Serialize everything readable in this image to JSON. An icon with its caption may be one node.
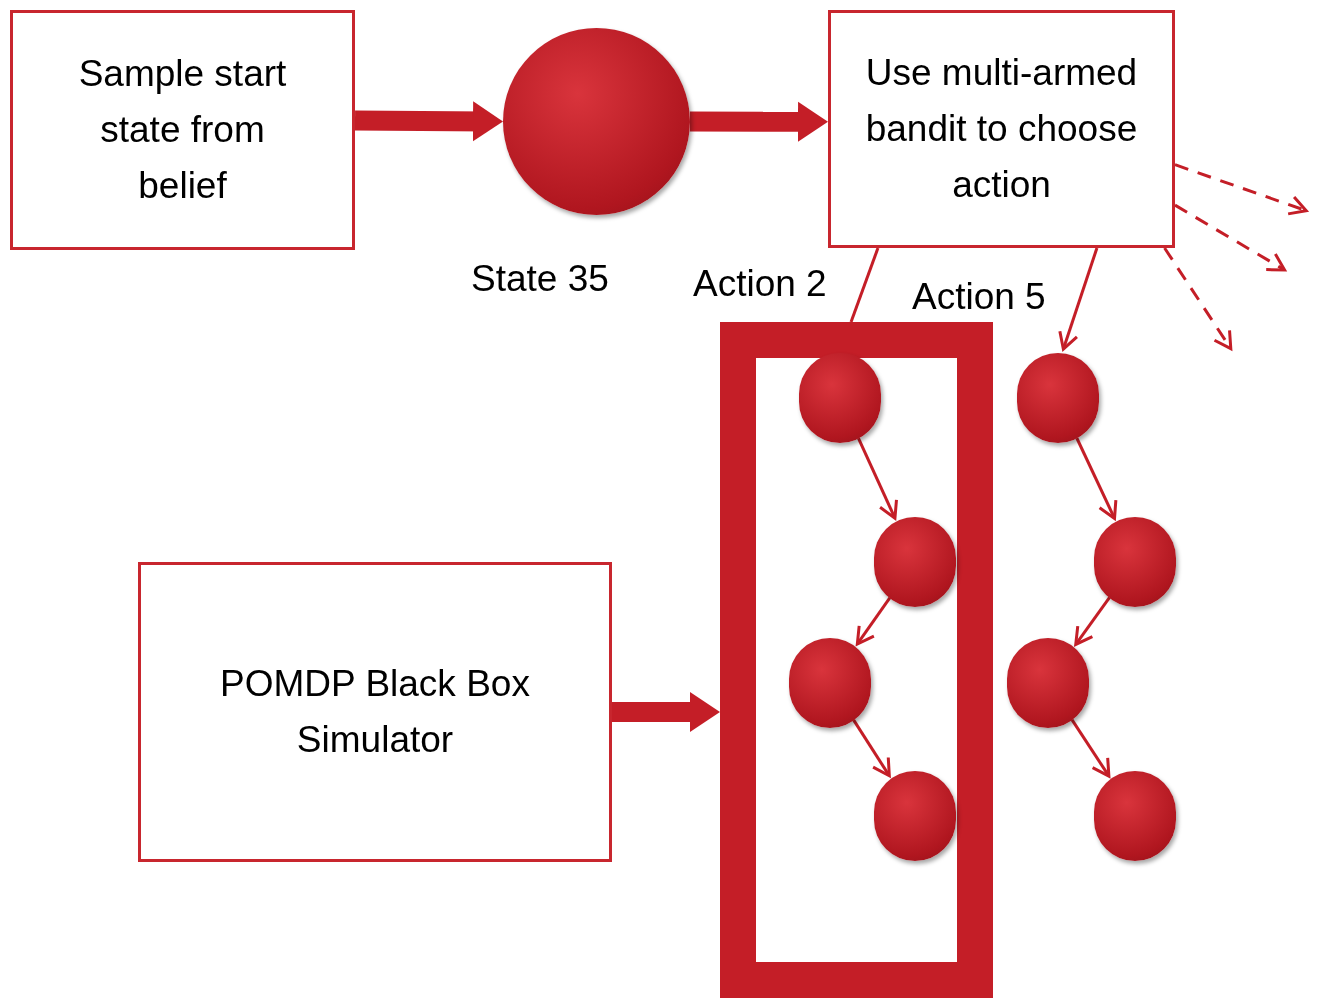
{
  "diagram": {
    "nodes": [
      {
        "text": [
          "Sample start state from belief"
        ]
      },
      {
        "text": [],
        "shape": "circle",
        "beside": [
          "State 35"
        ]
      },
      {
        "text": [
          "Use multi-armed bandit to choose action"
        ]
      },
      {
        "text": [
          "POMDP Black Box Simulator"
        ]
      },
      {
        "text": [],
        "shape": "box"
      },
      {
        "text": [],
        "shape": "circle",
        "in": 4
      },
      {
        "text": [],
        "shape": "circle",
        "in": 4
      },
      {
        "text": [],
        "shape": "circle",
        "in": 4
      },
      {
        "text": [],
        "shape": "circle",
        "in": 4
      },
      {
        "text": [],
        "shape": "circle"
      },
      {
        "text": [],
        "shape": "circle"
      },
      {
        "text": [],
        "shape": "circle"
      },
      {
        "text": [],
        "shape": "circle"
      }
    ],
    "edges": [
      {
        "from": 0,
        "to": 1,
        "arrow": "to",
        "style": "thick"
      },
      {
        "from": 1,
        "to": 2,
        "arrow": "to",
        "style": "thick"
      },
      {
        "from": 2,
        "to": 4,
        "arrow": "none",
        "label": "Action 2"
      },
      {
        "from": 2,
        "to": 9,
        "arrow": "to",
        "label": "Action 5"
      },
      {
        "from": 2,
        "to": null,
        "arrow": "to",
        "style": "dashed"
      },
      {
        "from": 2,
        "to": null,
        "arrow": "to",
        "style": "dashed"
      },
      {
        "from": 2,
        "to": null,
        "arrow": "to",
        "style": "dashed"
      },
      {
        "from": 5,
        "to": 6,
        "arrow": "to"
      },
      {
        "from": 6,
        "to": 7,
        "arrow": "to"
      },
      {
        "from": 7,
        "to": 8,
        "arrow": "to"
      },
      {
        "from": 9,
        "to": 10,
        "arrow": "to"
      },
      {
        "from": 10,
        "to": 11,
        "arrow": "to"
      },
      {
        "from": 11,
        "to": 12,
        "arrow": "to"
      },
      {
        "from": 3,
        "to": 4,
        "arrow": "to",
        "style": "thick"
      }
    ]
  }
}
